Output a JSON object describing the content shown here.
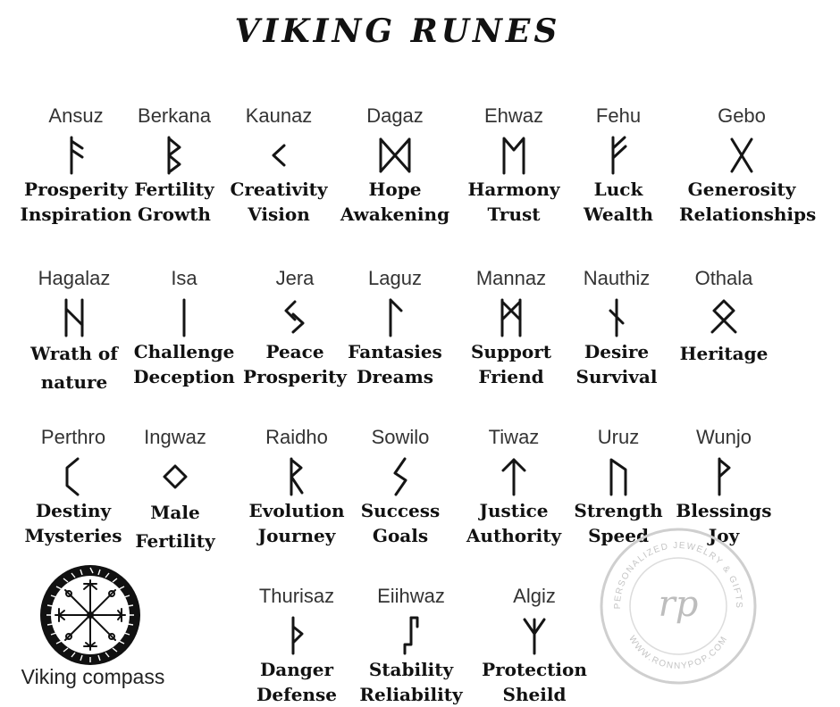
{
  "title": "VIKING RUNES",
  "colors": {
    "text": "#111111",
    "watermark": "#c8c8c8",
    "background": "#ffffff"
  },
  "runes": [
    {
      "name": "Ansuz",
      "icon": "ansuz-rune-icon",
      "meaning": [
        "Prosperity",
        "Inspiration"
      ]
    },
    {
      "name": "Berkana",
      "icon": "berkana-rune-icon",
      "meaning": [
        "Fertility",
        "Growth"
      ]
    },
    {
      "name": "Kaunaz",
      "icon": "kaunaz-rune-icon",
      "meaning": [
        "Creativity",
        "Vision"
      ]
    },
    {
      "name": "Dagaz",
      "icon": "dagaz-rune-icon",
      "meaning": [
        "Hope",
        "Awakening"
      ]
    },
    {
      "name": "Ehwaz",
      "icon": "ehwaz-rune-icon",
      "meaning": [
        "Harmony",
        "Trust"
      ]
    },
    {
      "name": "Fehu",
      "icon": "fehu-rune-icon",
      "meaning": [
        "Luck",
        "Wealth"
      ]
    },
    {
      "name": "Gebo",
      "icon": "gebo-rune-icon",
      "meaning": [
        "Generosity",
        "Relationships"
      ]
    },
    {
      "name": "Hagalaz",
      "icon": "hagalaz-rune-icon",
      "meaning": [
        "Wrath of",
        "nature"
      ]
    },
    {
      "name": "Isa",
      "icon": "isa-rune-icon",
      "meaning": [
        "Challenge",
        "Deception"
      ]
    },
    {
      "name": "Jera",
      "icon": "jera-rune-icon",
      "meaning": [
        "Peace",
        "Prosperity"
      ]
    },
    {
      "name": "Laguz",
      "icon": "laguz-rune-icon",
      "meaning": [
        "Fantasies",
        "Dreams"
      ]
    },
    {
      "name": "Mannaz",
      "icon": "mannaz-rune-icon",
      "meaning": [
        "Support",
        "Friend"
      ]
    },
    {
      "name": "Nauthiz",
      "icon": "nauthiz-rune-icon",
      "meaning": [
        "Desire",
        "Survival"
      ]
    },
    {
      "name": "Othala",
      "icon": "othala-rune-icon",
      "meaning": [
        "Heritage",
        ""
      ]
    },
    {
      "name": "Perthro",
      "icon": "perthro-rune-icon",
      "meaning": [
        "Destiny",
        "Mysteries"
      ]
    },
    {
      "name": "Ingwaz",
      "icon": "ingwaz-rune-icon",
      "meaning": [
        "Male",
        "Fertility"
      ]
    },
    {
      "name": "Raidho",
      "icon": "raidho-rune-icon",
      "meaning": [
        "Evolution",
        "Journey"
      ]
    },
    {
      "name": "Sowilo",
      "icon": "sowilo-rune-icon",
      "meaning": [
        "Success",
        "Goals"
      ]
    },
    {
      "name": "Tiwaz",
      "icon": "tiwaz-rune-icon",
      "meaning": [
        "Justice",
        "Authority"
      ]
    },
    {
      "name": "Uruz",
      "icon": "uruz-rune-icon",
      "meaning": [
        "Strength",
        "Speed"
      ]
    },
    {
      "name": "Wunjo",
      "icon": "wunjo-rune-icon",
      "meaning": [
        "Blessings",
        "Joy"
      ]
    },
    {
      "name": "Thurisaz",
      "icon": "thurisaz-rune-icon",
      "meaning": [
        "Danger",
        "Defense"
      ]
    },
    {
      "name": "Eiihwaz",
      "icon": "eihwaz-rune-icon",
      "meaning": [
        "Stability",
        "Reliability"
      ]
    },
    {
      "name": "Algiz",
      "icon": "algiz-rune-icon",
      "meaning": [
        "Protection",
        "Sheild"
      ]
    }
  ],
  "compass": {
    "label": "Viking compass",
    "icon": "vegvisir-compass-icon"
  },
  "watermark": {
    "icon": "rp-logo-watermark-icon",
    "monogram": "rp",
    "top_text": "PERSONALIZED JEWELRY & GIFTS",
    "bottom_text": "WWW.RONNYPOP.COM"
  }
}
